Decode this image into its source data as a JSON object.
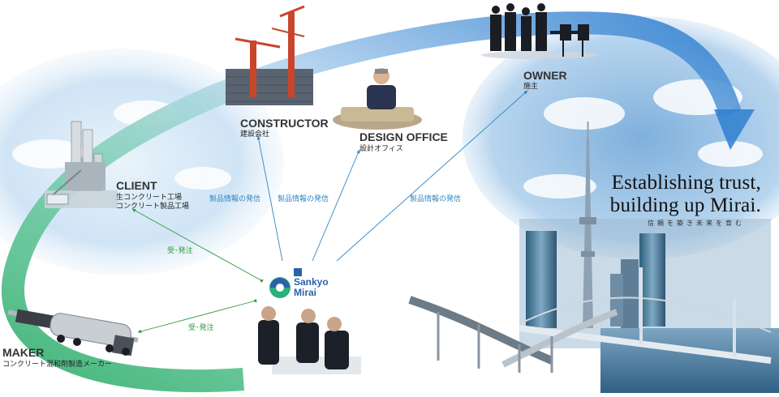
{
  "nodes": {
    "constructor": {
      "title": "CONSTRUCTOR",
      "sub": "建設会社"
    },
    "design_office": {
      "title": "DESIGN OFFICE",
      "sub": "設計オフィス"
    },
    "owner": {
      "title": "OWNER",
      "sub": "施主"
    },
    "client": {
      "title": "CLIENT",
      "sub1": "生コンクリート工場",
      "sub2": "コンクリート製品工場"
    },
    "maker": {
      "title": "MAKER",
      "sub": "コンクリート混和剤製造メーカー"
    },
    "center": {
      "logo_line1": "Sankyo",
      "logo_line2": "Mirai"
    }
  },
  "edges": {
    "info1": "製品情報の発信",
    "info2": "製品情報の発信",
    "info3": "製品情報の発信",
    "order1": "受･発注",
    "order2": "受･発注"
  },
  "slogan": {
    "line1": "Establishing trust,",
    "line2": "building up Mirai.",
    "jp": "信頼を築き未来を育む"
  },
  "colors": {
    "blue_arrow": "#2f86c4",
    "green_arrow": "#2e9a3a",
    "arc_green": "#3ab57a",
    "arc_blue": "#2f7fd0"
  }
}
